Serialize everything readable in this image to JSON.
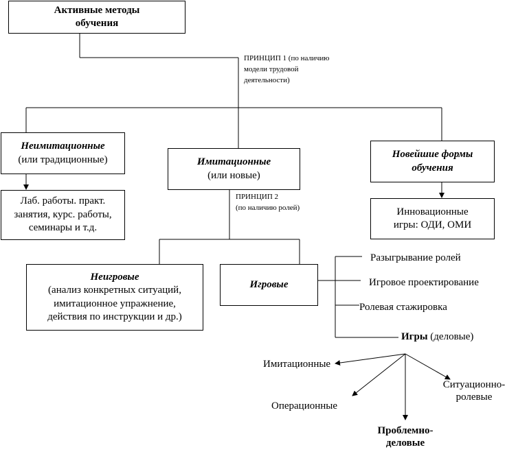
{
  "root": {
    "line1": "Активные методы",
    "line2": "обучения"
  },
  "principle1": {
    "line1": "ПРИНЦИП 1 (по наличию",
    "line2": "модели трудовой",
    "line3": "деятельности)"
  },
  "neimit": {
    "title": "Неимитационные",
    "sub": "(или традиционные)"
  },
  "neimit_examples": {
    "line1": "Лаб. работы. практ.",
    "line2": "занятия, курс. работы,",
    "line3": "семинары и т.д."
  },
  "imit": {
    "title": "Имитационные",
    "sub": "(или новые)"
  },
  "newest": {
    "line1": "Новейшие формы",
    "line2": "обучения"
  },
  "innovative": {
    "line1": "Инновационные",
    "line2": "игры: ОДИ, ОМИ"
  },
  "principle2": {
    "line1": "ПРИНЦИП 2",
    "line2": "(по наличию ролей)"
  },
  "nongame": {
    "title": "Неигровые",
    "line1": "(анализ конкретных ситуаций,",
    "line2": "имитационное упражнение,",
    "line3": "действия по инструкции и др.)"
  },
  "game": {
    "title": "Игровые"
  },
  "game_types": {
    "role_play": "Разыгрывание ролей",
    "design": "Игровое проектирование",
    "internship": "Ролевая стажировка",
    "games_bold": "Игры",
    "games_rest": "(деловые)"
  },
  "business_games": {
    "imitational": "Имитационные",
    "operational": "Операционные",
    "situational_1": "Ситуационно-",
    "situational_2": "ролевые",
    "problem_1": "Проблемно-",
    "problem_2": "деловые"
  }
}
